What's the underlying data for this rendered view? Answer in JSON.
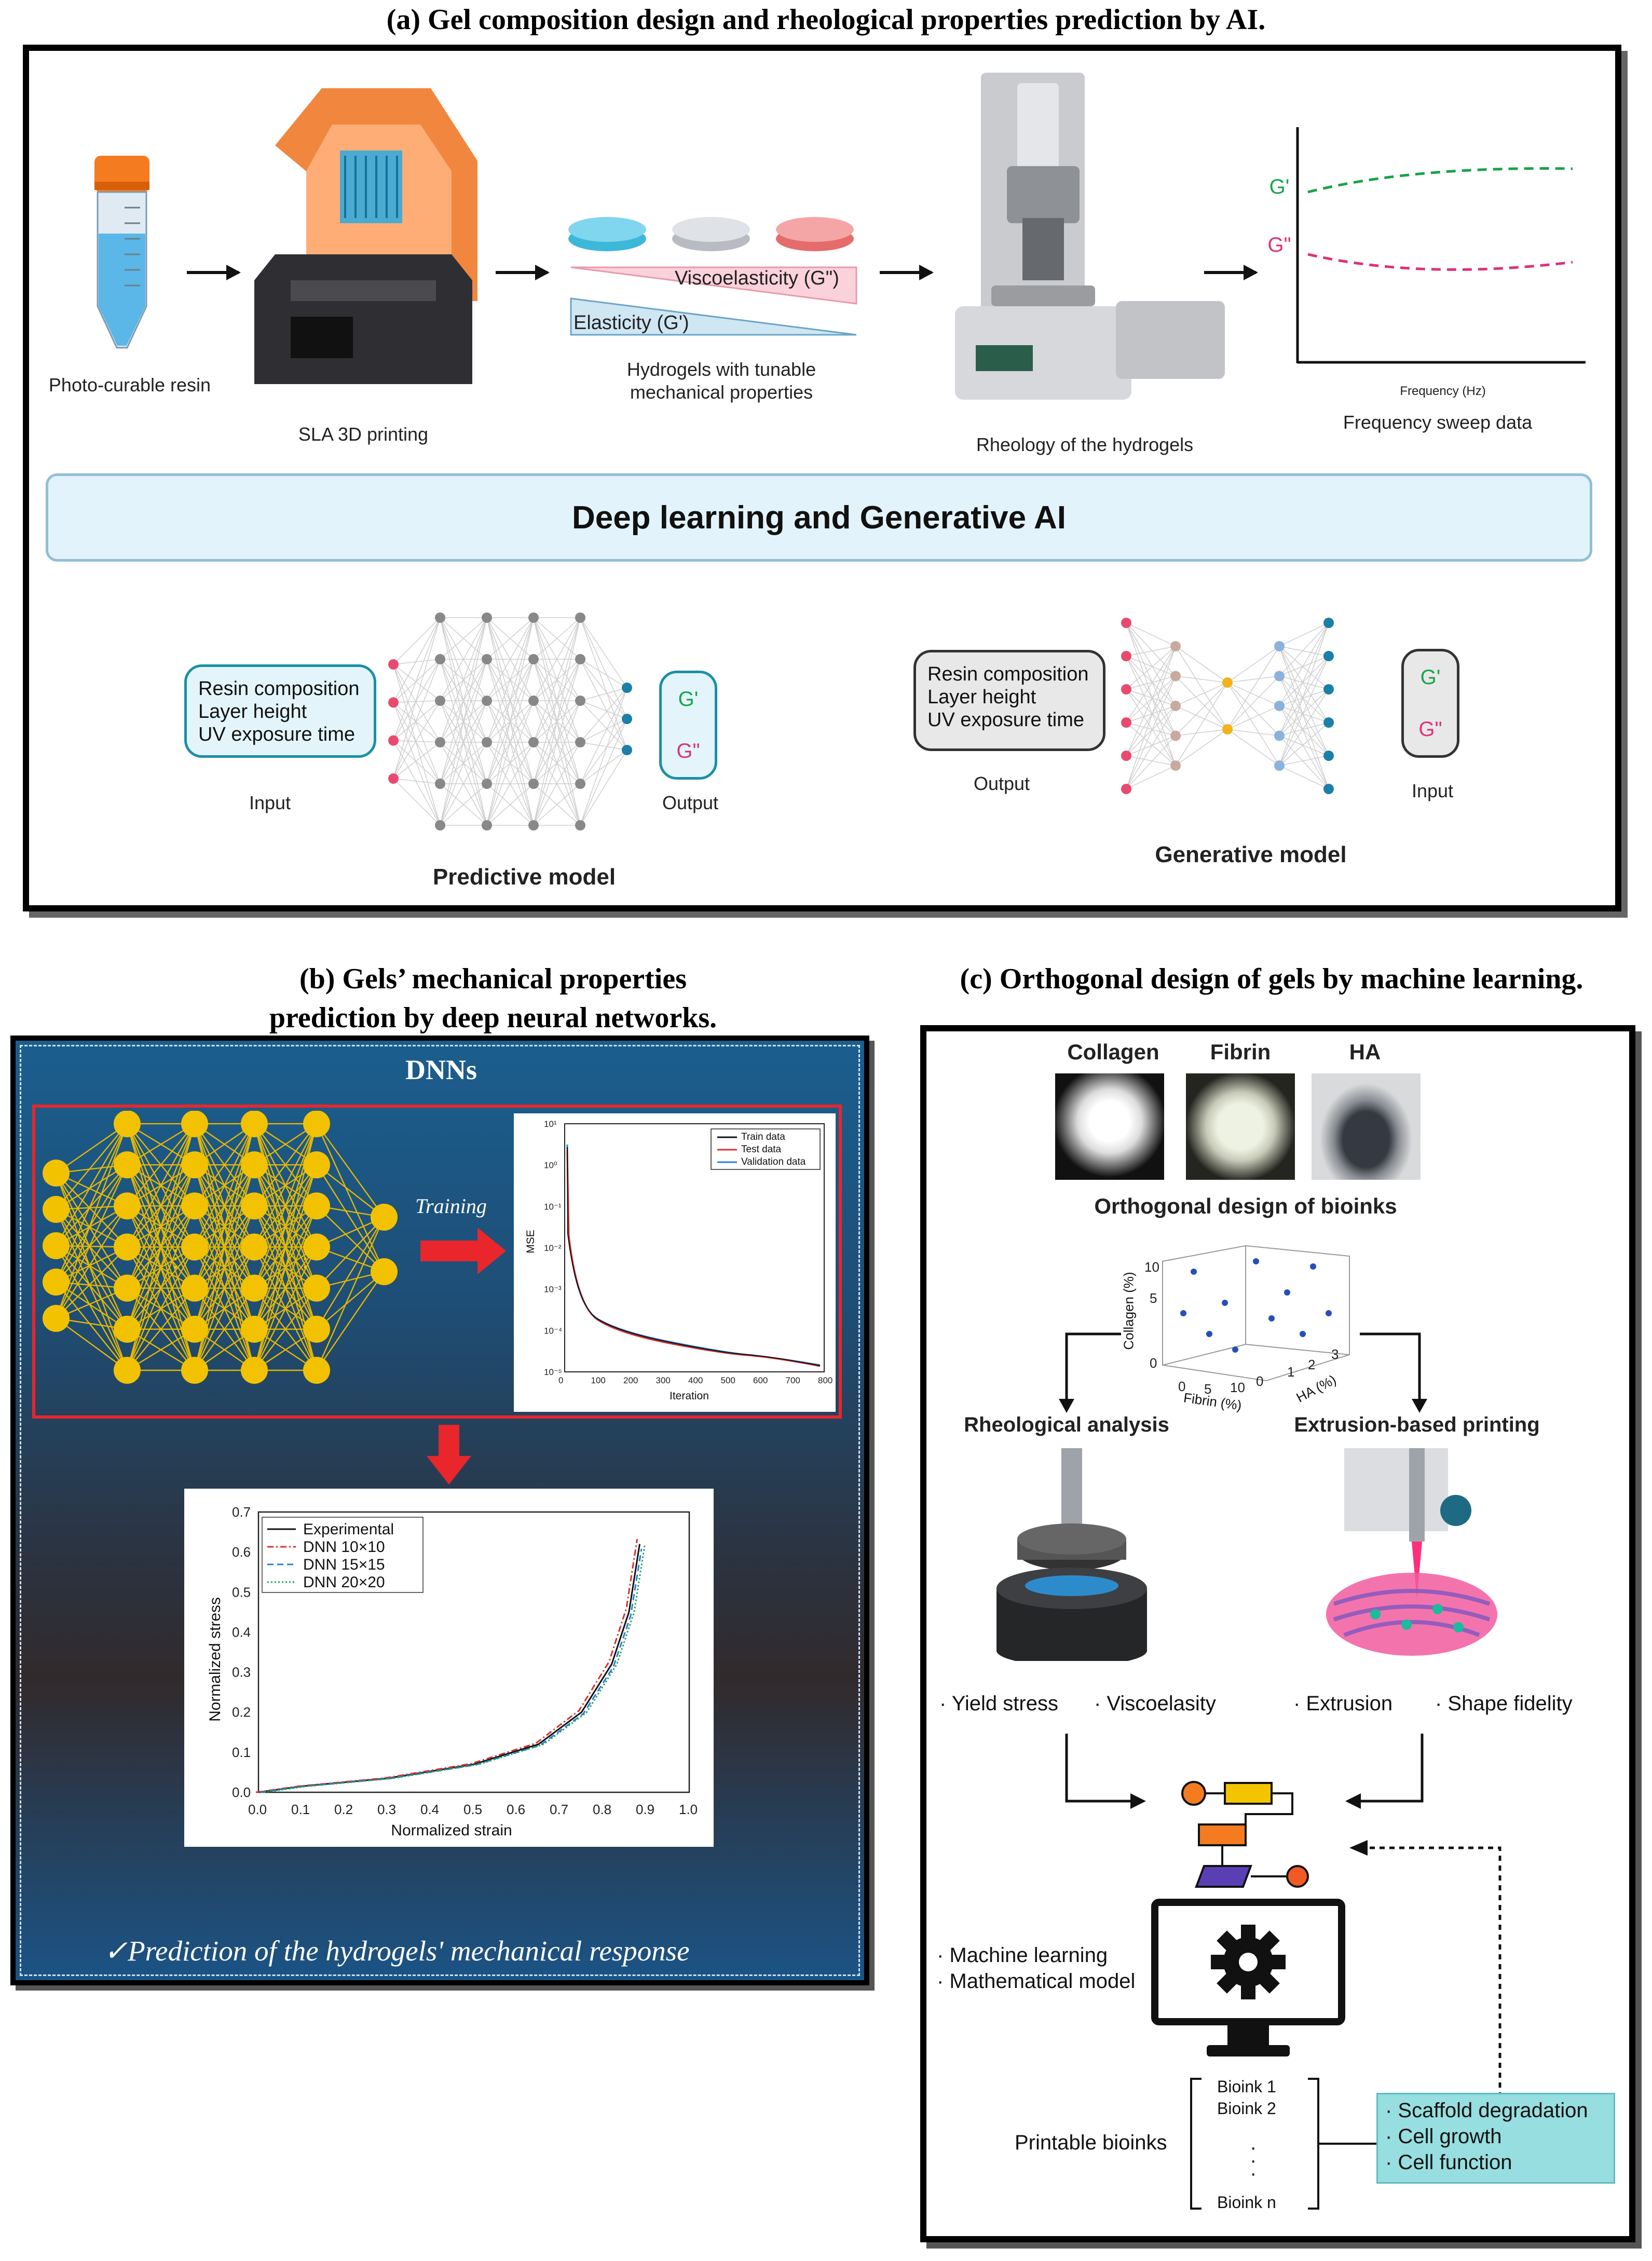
{
  "panel_a": {
    "title": "(a) Gel composition design and rheological properties prediction by AI.",
    "resin_label": "Photo-curable resin",
    "sla_label": "SLA 3D printing",
    "viscoelasticity": "Viscoelasticity (G\")",
    "elasticity": "Elasticity (G')",
    "hydrogels_label": "Hydrogels with tunable\nmechanical properties",
    "rheology_label": "Rheology of the hydrogels",
    "gprime": "G'",
    "gdouble": "G\"",
    "freq_axis": "Frequency (Hz)",
    "freq_label": "Frequency sweep data",
    "banner": "Deep learning and Generative AI",
    "pred_inputs": [
      "Resin composition",
      "Layer height",
      "UV exposure time"
    ],
    "pred_input_label": "Input",
    "pred_output_label": "Output",
    "pred_model": "Predictive model",
    "gen_outputs": [
      "Resin composition",
      "Layer height",
      "UV exposure time"
    ],
    "gen_output_label": "Output",
    "gen_input_label": "Input",
    "gen_model": "Generative model",
    "colors": {
      "green": "#17a34a",
      "pink": "#e0307a",
      "teal": "#1b7fa8"
    }
  },
  "panel_b": {
    "title_line1": "(b) Gels’ mechanical properties",
    "title_line2": "prediction by deep neural networks.",
    "dnns": "DNNs",
    "training": "Training",
    "caption": "✓Prediction of the hydrogels' mechanical response",
    "mse_chart": {
      "ylabel": "MSE",
      "xlabel": "Iteration",
      "yticks": [
        "10¹",
        "10⁰",
        "10⁻¹",
        "10⁻²",
        "10⁻³",
        "10⁻⁴",
        "10⁻⁵"
      ],
      "xticks": [
        "0",
        "100",
        "200",
        "300",
        "400",
        "500",
        "600",
        "700",
        "800"
      ],
      "legend": [
        "Train data",
        "Test data",
        "Validation data"
      ]
    },
    "stress_chart": {
      "ylabel": "Normalized stress",
      "xlabel": "Normalized strain",
      "yticks": [
        "0.0",
        "0.1",
        "0.2",
        "0.3",
        "0.4",
        "0.5",
        "0.6",
        "0.7"
      ],
      "xticks": [
        "0.0",
        "0.1",
        "0.2",
        "0.3",
        "0.4",
        "0.5",
        "0.6",
        "0.7",
        "0.8",
        "0.9",
        "1.0"
      ],
      "legend": [
        "Experimental",
        "DNN 10×10",
        "DNN 15×15",
        "DNN  20×20"
      ]
    }
  },
  "panel_c": {
    "title": "(c) Orthogonal design of gels by machine learning.",
    "materials": [
      "Collagen",
      "Fibrin",
      "HA"
    ],
    "orth_title": "Orthogonal design of bioinks",
    "axis_collagen": "Collagen (%)",
    "axis_fibrin": "Fibrin (%)",
    "axis_ha": "HA (%)",
    "rheo_title": "Rheological analysis",
    "extr_title": "Extrusion-based printing",
    "rheo_items": [
      "· Yield stress",
      "· Viscoelasity"
    ],
    "extr_items": [
      "· Extrusion",
      "· Shape fidelity"
    ],
    "ml_items": [
      "· Machine learning",
      "· Mathematical model"
    ],
    "printable": "Printable bioinks",
    "bioinks": [
      "Bioink 1",
      "Bioink 2",
      "Bioink n"
    ],
    "feedback": [
      "· Scaffold degradation",
      "· Cell growth",
      "· Cell function"
    ]
  }
}
